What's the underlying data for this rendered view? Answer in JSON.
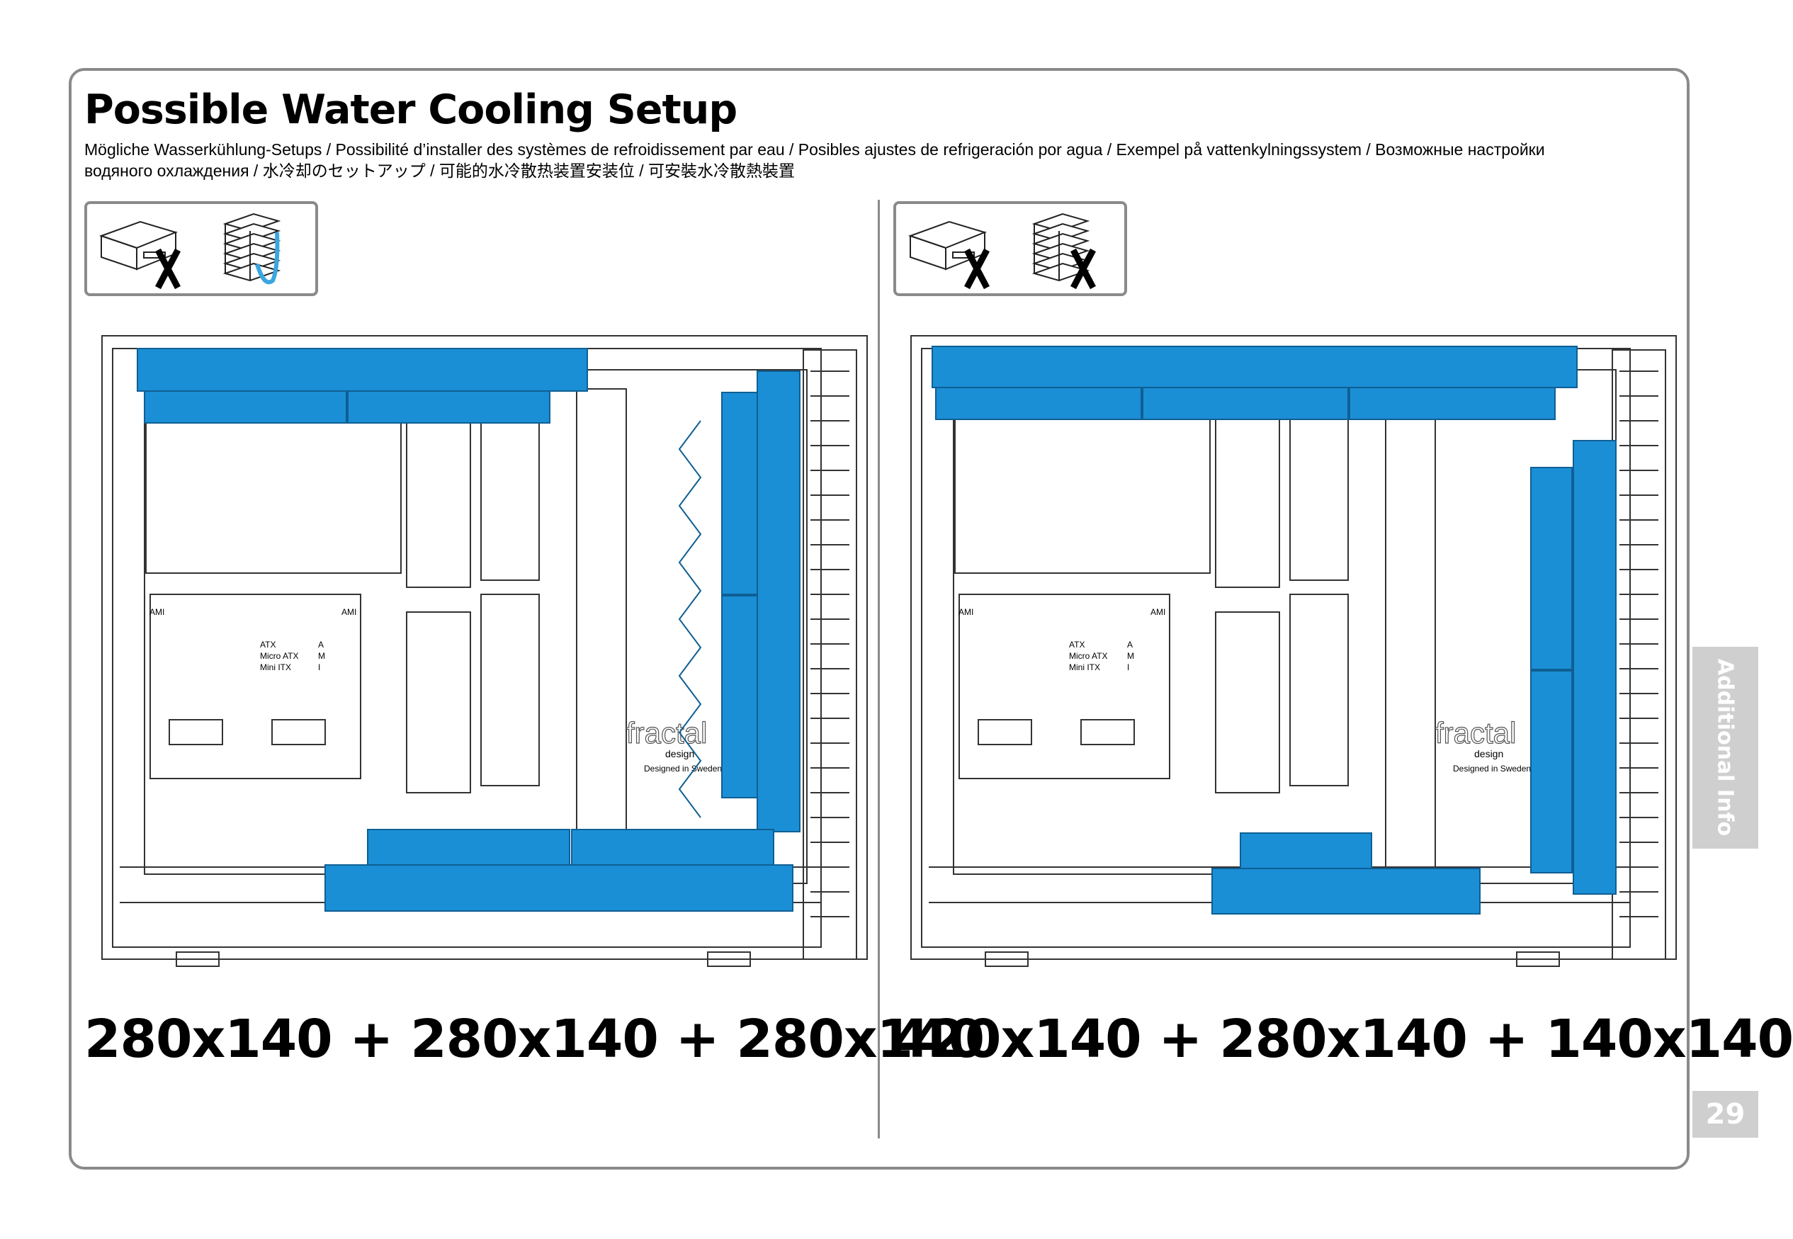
{
  "title": "Possible Water Cooling Setup",
  "subtitle": "Mögliche Wasserkühlung-Setups  / Possibilité d’installer des systèmes de refroidissement par eau / Posibles ajustes de refrigeración por agua / Exempel på vattenkylningssystem / Возможные настройки водяного охлаждения / 水冷却のセットアップ / 可能的水冷散热装置安装位 / 可安裝水冷散熱裝置",
  "colors": {
    "radiator": "#1b8fd6",
    "frame": "#8a8a8a",
    "tab": "#cfcfcf",
    "check": "#3aa6e0"
  },
  "left": {
    "formula": "280x140 + 280x140 + 280x140",
    "legend": {
      "drive_cage_5_25": "not-allowed",
      "hdd_cage": "allowed"
    }
  },
  "right": {
    "formula": "420x140 + 280x140 + 140x140",
    "legend": {
      "drive_cage_5_25": "not-allowed",
      "hdd_cage": "not-allowed"
    }
  },
  "diagram_labels": {
    "ami_left": "AMI",
    "ami_right": "AMI",
    "atx": "ATX",
    "micro_atx": "Micro ATX",
    "mini_itx": "Mini ITX",
    "code_a": "A",
    "code_m": "M",
    "code_i": "I",
    "brand": "fractal",
    "brand_sub": "design",
    "tagline": "Designed in Sweden"
  },
  "side_tab": "Additional Info",
  "page_number": "29"
}
